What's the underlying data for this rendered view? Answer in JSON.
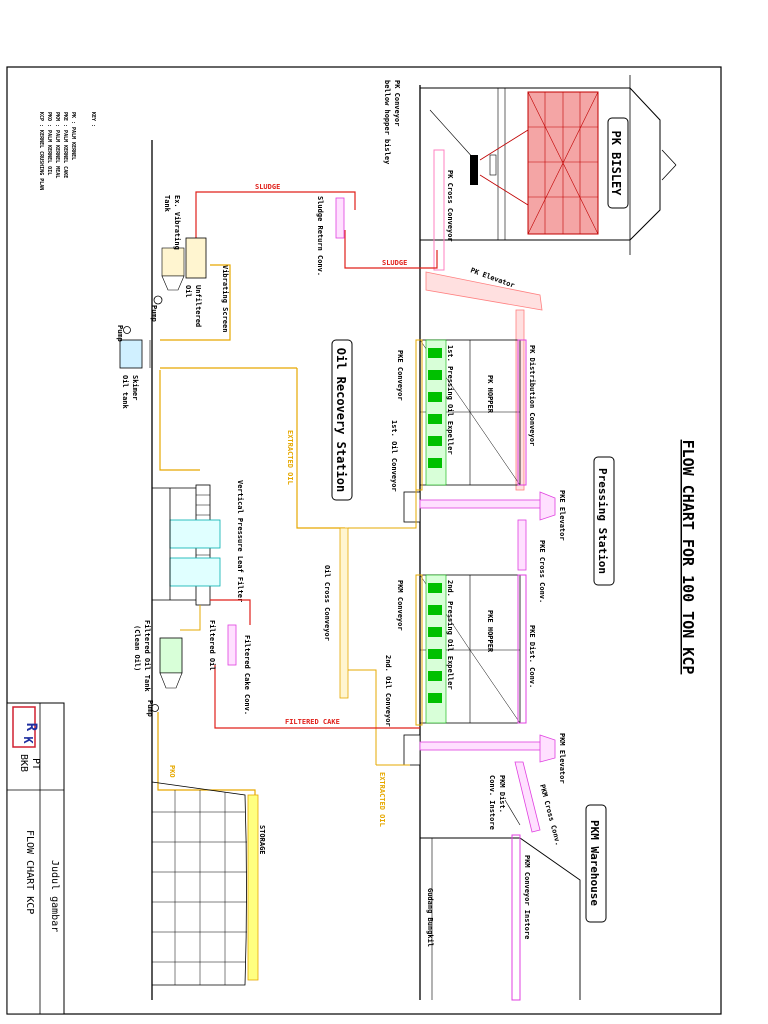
{
  "title": "FLOW CHART FOR 100 TON KCP",
  "stations": {
    "pk_bisley": "PK BISLEY",
    "pressing": "Pressing Station",
    "pkm_warehouse": "PKM Warehouse",
    "oil_recovery": "Oil Recovery Station"
  },
  "key": {
    "heading": "KEY :",
    "items": [
      "PK   : PALM KERNEL",
      "PKE  : PALM KERNEL CAKE",
      "PKM  : PALM KERNEL MEAL",
      "PKO  : PALM KERNEL OIL",
      "KCP  : KERNEL CRUSHING PLAN"
    ]
  },
  "equipment": {
    "pk_conveyor_hopper": [
      "PK Conveyor",
      "bellow hopper bisley"
    ],
    "pk_cross_conveyor": "PK Cross Conveyor",
    "pk_elevator": "PK Elevator",
    "pk_distribution": "PK Distribution Conveyor",
    "pke_conveyor": "PKE Conveyor",
    "pressing_1": "1st. Pressing Oil Expeller",
    "pk_hopper_1": "PK HOPPER",
    "oil_conveyor_1": "1st. Oil Conveyor",
    "pke_elevator": "PKE Elevator",
    "pke_cross_conv": "PKE Cross Conv.",
    "pkm_conveyor": "PKM Conveyor",
    "pressing_2": "2nd. Pressing Oil Expeller",
    "pke_hopper_2": "PKE HOPPER",
    "pke_dist_conv": "PKE Dist. Conv.",
    "oil_conveyor_2": "2nd. Oil Conveyor",
    "pkm_elevator": "PKM Elevator",
    "pkm_cross_conv": "PKM Cross Conv.",
    "pkm_dist_conv": [
      "PKM Dist.",
      "Conv. Instore"
    ],
    "pkm_conveyor_instore": "PKM Conveyor Instore",
    "gudang": "Gudang Bungkil",
    "ex_vibrating": [
      "Ex. Vibrating",
      "Tank"
    ],
    "vibrating_screen": "Vibrating Screen",
    "unfiltered_oil": [
      "Unfiltered",
      "Oil"
    ],
    "sludge_return": "Sludge Return Conv.",
    "pump_1": "Pump",
    "pump_2": "Pump",
    "pump_3": "Pump",
    "skimer": [
      "Skimer",
      "Oil tank"
    ],
    "vplf": "Vertical Pressure Leaf Filter",
    "oil_cross": "Oil Cross Conveyor",
    "filtered_cake_conv": "Filtered Cake Conv.",
    "filtered_oil": "Filtered Oil",
    "filtered_oil_tank": [
      "Filtered Oil Tank",
      "(Clean Oil)"
    ],
    "storage": "STORAGE"
  },
  "flows": {
    "sludge_1": "SLUDGE",
    "sludge_2": "SLUDGE",
    "extracted_oil_1": "EXTRACTED OIL",
    "extracted_oil_2": "EXTRACTED OIL",
    "filtered_cake": "FILTERED CAKE",
    "pko": "PKO"
  },
  "title_block": {
    "company_prefix": "PT",
    "company": "BKB",
    "judul_label": "Judul gambar",
    "drawing_title": "FLOW CHART KCP"
  },
  "colors": {
    "sludge": "#e0201a",
    "oil": "#e6a800",
    "conveyor": "#e040e0",
    "cake": "#ff9090",
    "equipment": "#00b0b0",
    "expeller": "#00b000"
  }
}
